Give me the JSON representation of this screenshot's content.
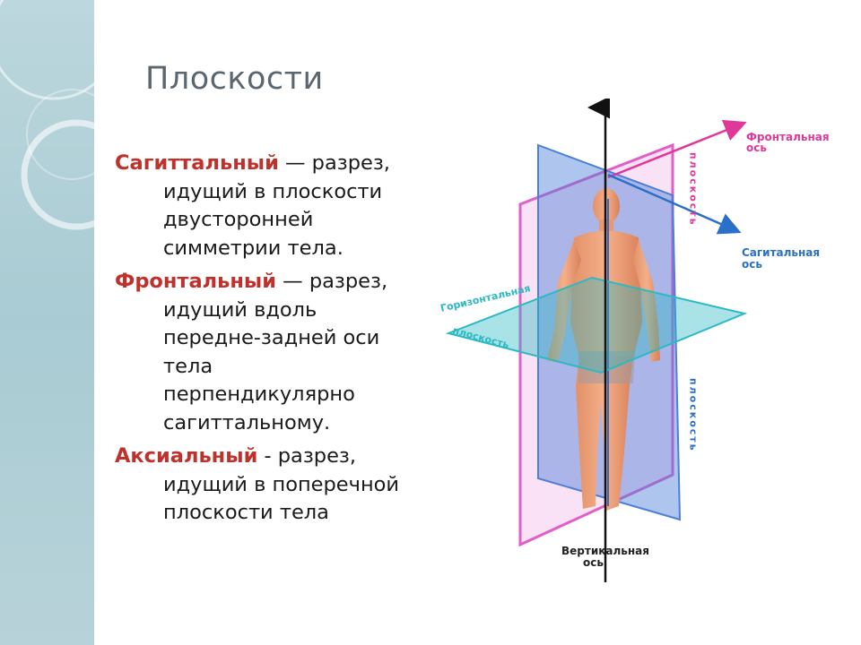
{
  "slide": {
    "title": "Плоскости",
    "items": [
      {
        "term": "Сагиттальный",
        "first_rest": " — разрез,",
        "lines": [
          "идущий в плоскости",
          "двусторонней",
          "симметрии тела."
        ]
      },
      {
        "term": "Фронтальный",
        "first_rest": " — разрез,",
        "lines": [
          "идущий вдоль",
          "передне-задней оси",
          "тела",
          "перпендикулярно",
          "сагиттальному."
        ]
      },
      {
        "term": "Аксиальный",
        "first_rest": " - разрез,",
        "lines": [
          "идущий в поперечной",
          "плоскости тела"
        ]
      }
    ]
  },
  "figure": {
    "frontal_axis_line1": "Фронтальная",
    "frontal_axis_line2": "ось",
    "sagittal_axis_line1": "Сагитальная",
    "sagittal_axis_line2": "ось",
    "vertical_axis_line1": "Вертикальная",
    "vertical_axis_line2": "ось",
    "horizontal_plane_line1": "Горизонтальная",
    "horizontal_plane_line2": "плоскость",
    "plane_vertical_top": "плоскость",
    "plane_vertical_bottom": "плоскость"
  },
  "colors": {
    "term": "#c0312b",
    "title": "#5a6670",
    "sidebar": "#b1cfd6",
    "frontal_axis": "#e0389a",
    "sagittal_axis": "#2a6fc8",
    "horizontal_plane": "#2bb9c4",
    "frontal_plane": "#e060c8",
    "sagittal_plane": "#4c7fd8"
  }
}
